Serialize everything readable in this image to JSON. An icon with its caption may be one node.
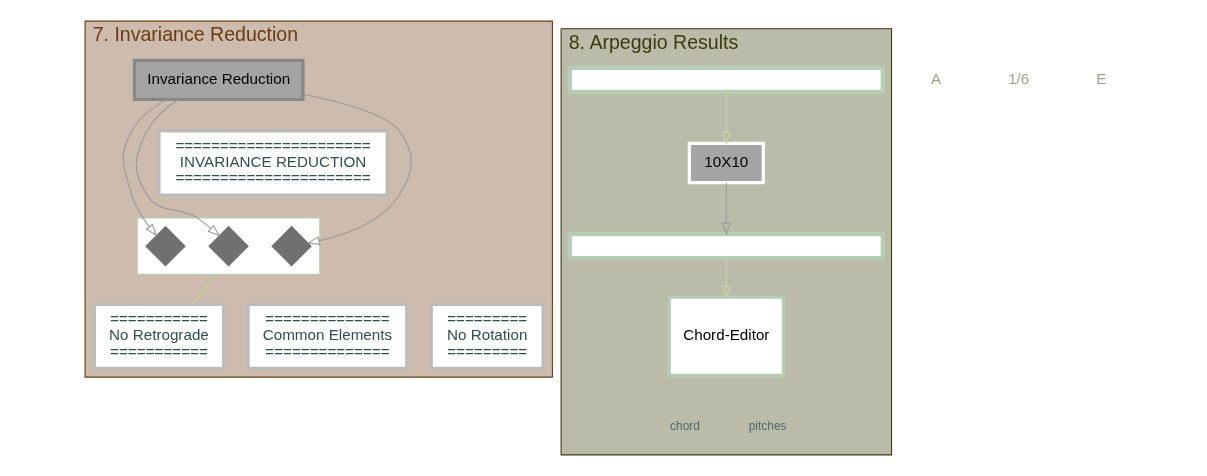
{
  "diagram": {
    "nodes": [
      {
        "text": [
          "7. Invariance Reduction"
        ]
      },
      {
        "text": [
          "Invariance Reduction"
        ],
        "in": 0
      },
      {
        "text": [
          "======================",
          "INVARIANCE REDUCTION",
          "======================"
        ],
        "in": 0
      },
      {
        "text": [],
        "shape": "bar",
        "in": 0
      },
      {
        "text": [],
        "shape": "diamond",
        "in": 3
      },
      {
        "text": [],
        "shape": "diamond",
        "in": 3
      },
      {
        "text": [],
        "shape": "diamond",
        "in": 3
      },
      {
        "text": [
          "=========",
          "No Rotation",
          "========="
        ],
        "in": 0
      },
      {
        "text": [
          "===========",
          "No Retrograde",
          "==========="
        ],
        "in": 0
      },
      {
        "text": [
          "==============",
          "Common Elements",
          "=============="
        ],
        "in": 0
      },
      {
        "text": [
          "8. Arpeggio Results"
        ]
      },
      {
        "text": [],
        "shape": "bar",
        "in": 10
      },
      {
        "text": [
          "10X10"
        ],
        "in": 10
      },
      {
        "text": [],
        "shape": "bar",
        "in": 10
      },
      {
        "text": [
          "Chord-Editor"
        ],
        "in": 10,
        "beside": [
          "chord",
          "pitches"
        ]
      }
    ],
    "edges": [
      {
        "from": 1,
        "to": 4,
        "arrow": "to"
      },
      {
        "from": 1,
        "to": 5,
        "arrow": "to"
      },
      {
        "from": 1,
        "to": 6,
        "arrow": "to"
      },
      {
        "from": 3,
        "to": 8,
        "arrow": "none",
        "color": "#c8d4a0"
      },
      {
        "from": 11,
        "to": 12,
        "arrow": "to",
        "color": "#c8d4a0"
      },
      {
        "from": 12,
        "to": 13,
        "arrow": "to"
      },
      {
        "from": 13,
        "to": 14,
        "arrow": "to",
        "color": "#c8d4a0"
      }
    ],
    "labels": [
      "A",
      "1/6",
      "E"
    ]
  }
}
